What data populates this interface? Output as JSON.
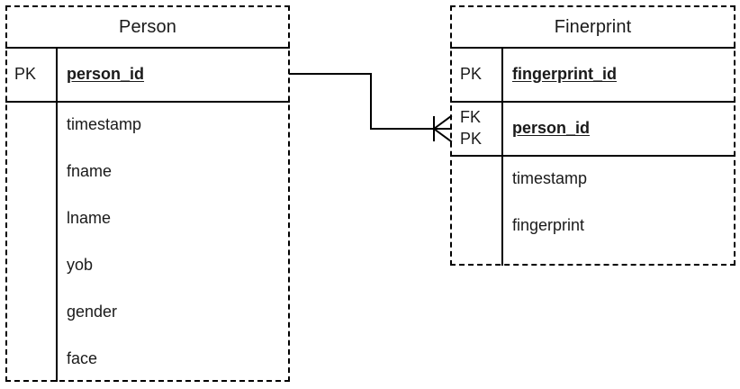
{
  "diagram": {
    "type": "entity-relationship-diagram",
    "notation": "crow's-foot",
    "background_color": "#ffffff",
    "line_color": "#000000",
    "text_color": "#1a1a1a"
  },
  "entities": [
    {
      "name": "person",
      "title": "Person",
      "rows": [
        {
          "key": "PK",
          "name": "person_id",
          "is_key": true
        },
        {
          "key": "",
          "name": "timestamp",
          "is_key": false
        },
        {
          "key": "",
          "name": "fname",
          "is_key": false
        },
        {
          "key": "",
          "name": "lname",
          "is_key": false
        },
        {
          "key": "",
          "name": "yob",
          "is_key": false
        },
        {
          "key": "",
          "name": "gender",
          "is_key": false
        },
        {
          "key": "",
          "name": "face",
          "is_key": false
        }
      ]
    },
    {
      "name": "fingerprint",
      "title": "Finerprint",
      "rows": [
        {
          "key": "PK",
          "name": "fingerprint_id",
          "is_key": true
        },
        {
          "key_lines": [
            "FK",
            "PK"
          ],
          "name": "person_id",
          "is_key": true
        },
        {
          "key": "",
          "name": "timestamp",
          "is_key": false
        },
        {
          "key": "",
          "name": "fingerprint",
          "is_key": false
        }
      ]
    }
  ],
  "relationship": {
    "name": "person-to-fingerprint",
    "from_entity": "Person",
    "from_field": "person_id",
    "to_entity": "Finerprint",
    "to_field": "person_id",
    "from_cardinality": "one",
    "to_cardinality": "many"
  }
}
